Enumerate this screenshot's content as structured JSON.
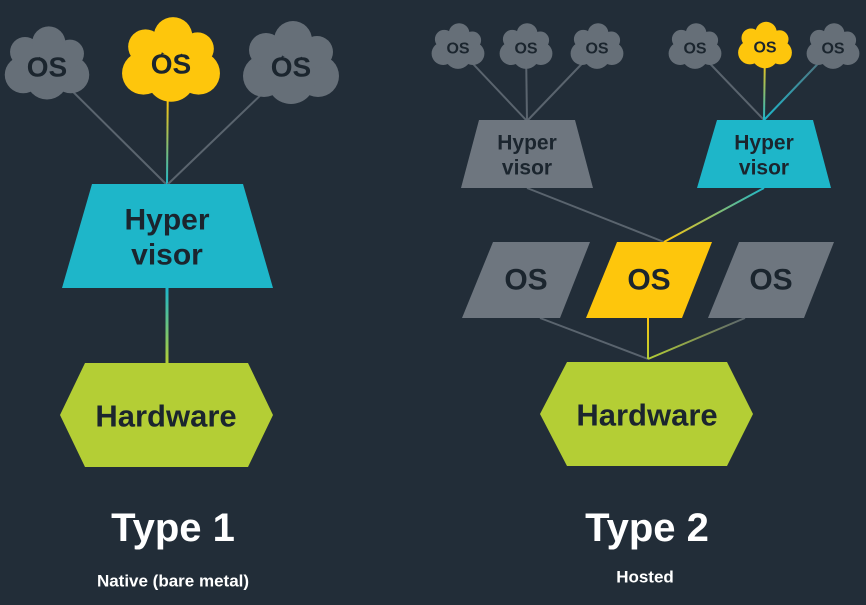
{
  "colors": {
    "background": "#222d38",
    "cloud_gray": "#666f78",
    "shape_gray": "#6e767f",
    "yellow": "#fec60c",
    "teal": "#1eb6c9",
    "green": "#b4ce35",
    "dark_text": "#1b252e",
    "white_text": "#ffffff",
    "line_gray": "#5a646e"
  },
  "type1": {
    "title": "Type 1",
    "subtitle": "Native (bare metal)",
    "clouds": [
      {
        "label": "OS"
      },
      {
        "label": "OS"
      },
      {
        "label": "OS"
      }
    ],
    "hypervisor": {
      "line1": "Hyper",
      "line2": "visor"
    },
    "hardware": "Hardware"
  },
  "type2": {
    "title": "Type 2",
    "subtitle": "Hosted",
    "cloud_group_left": [
      {
        "label": "OS"
      },
      {
        "label": "OS"
      },
      {
        "label": "OS"
      }
    ],
    "cloud_group_right": [
      {
        "label": "OS"
      },
      {
        "label": "OS"
      },
      {
        "label": "OS"
      }
    ],
    "hypervisor_left": {
      "line1": "Hyper",
      "line2": "visor"
    },
    "hypervisor_right": {
      "line1": "Hyper",
      "line2": "visor"
    },
    "os_parallelograms": [
      {
        "label": "OS"
      },
      {
        "label": "OS"
      },
      {
        "label": "OS"
      }
    ],
    "hardware": "Hardware"
  }
}
